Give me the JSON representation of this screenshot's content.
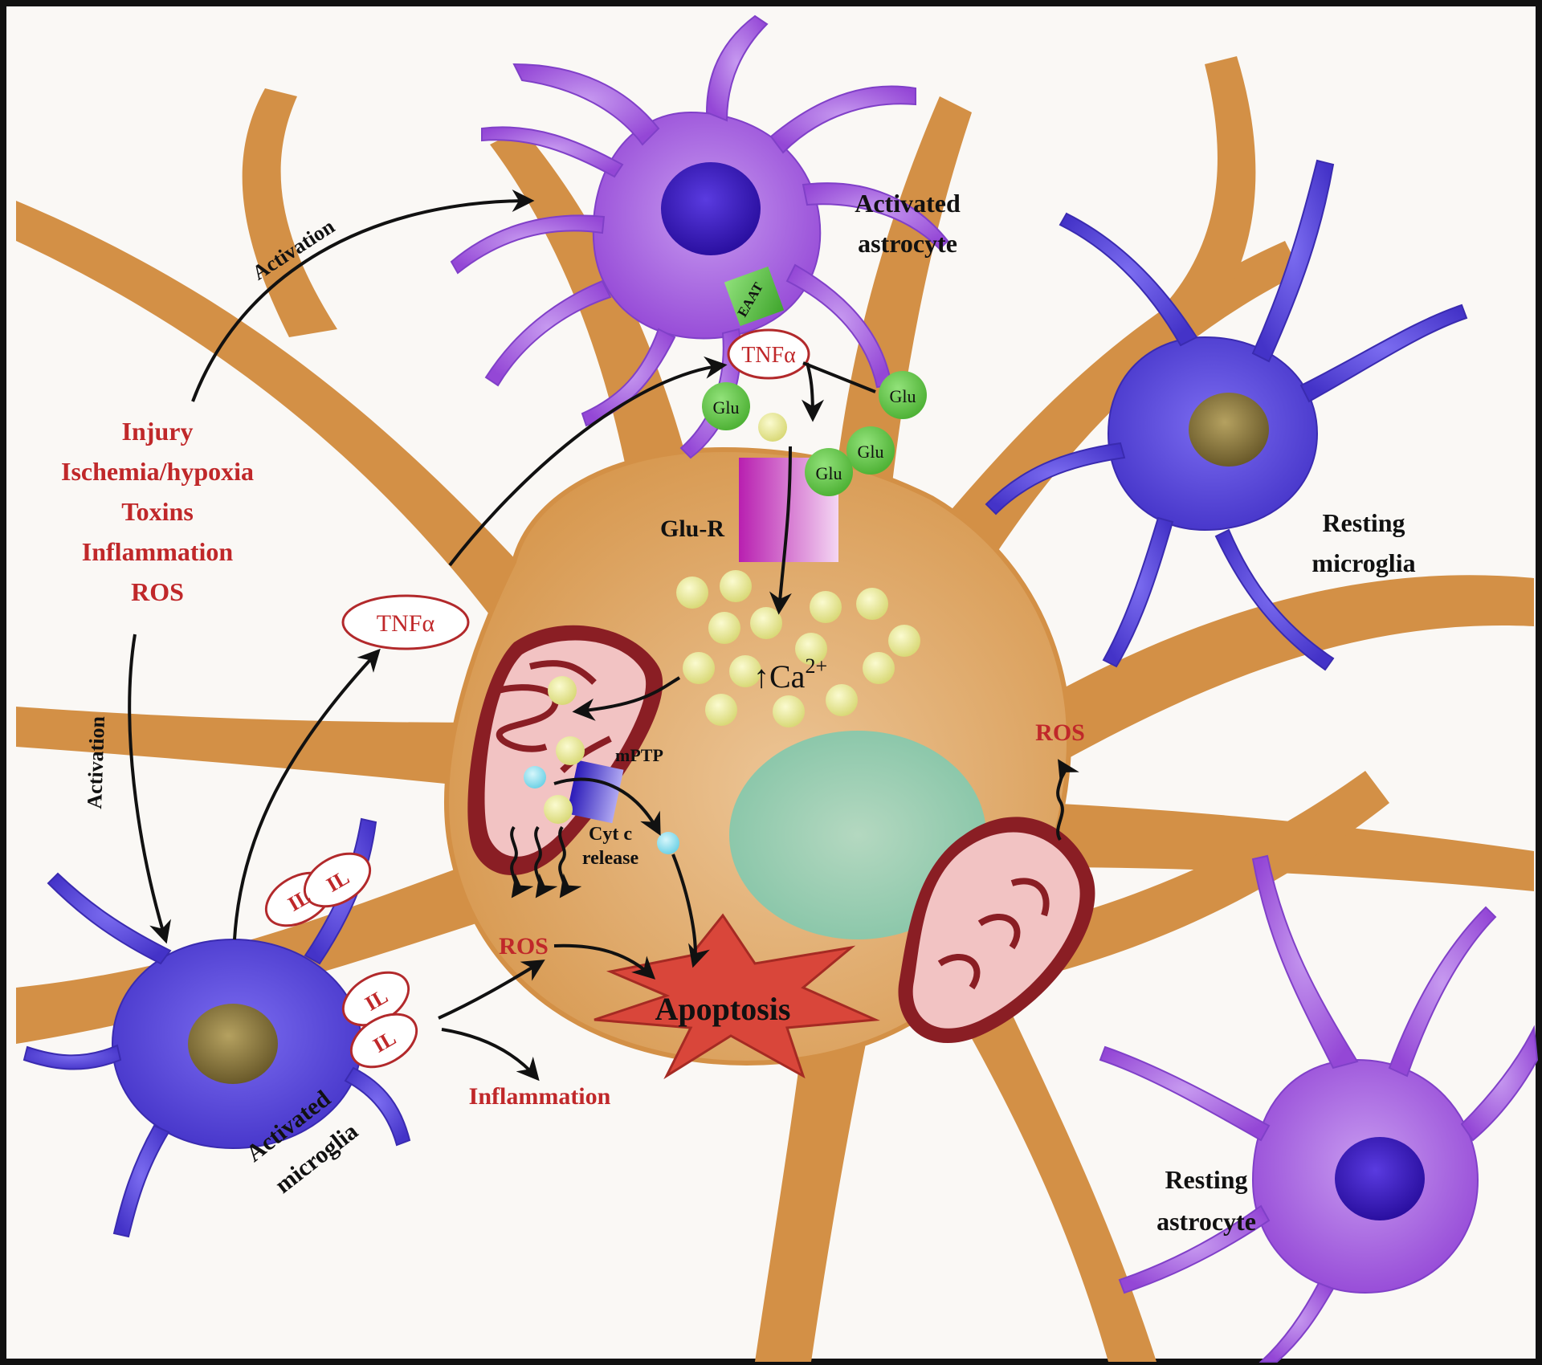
{
  "colors": {
    "background": "#faf8f5",
    "neuron_fill": "#d39046",
    "neuron_light": "#ebc191",
    "astrocyte": "#a35bde",
    "astrocyte_nucleus": "#3f1fc4",
    "microglia": "#5a49dc",
    "microglia_nucleus": "#86733d",
    "mitochondria_outer": "#8a1e24",
    "mitochondria_inner": "#f2c3c3",
    "nucleus": "#92cdb0",
    "ca_ion": "#eaea8e",
    "glutamate": "#66c94a",
    "receptor": "#c630c0",
    "apoptosis": "#d9463a",
    "label_red": "#c0282a",
    "label_dark": "#111111",
    "border": "#111111"
  },
  "labels": {
    "activated_astrocyte": [
      "Activated",
      "astrocyte"
    ],
    "resting_microglia": [
      "Resting",
      "microglia"
    ],
    "resting_astrocyte": [
      "Resting",
      "astrocyte"
    ],
    "activated_microglia": [
      "Activated",
      "microglia"
    ],
    "insults": [
      "Injury",
      "Ischemia/hypoxia",
      "Toxins",
      "Inflammation",
      "ROS"
    ],
    "activation_upper": "Activation",
    "activation_left": "Activation",
    "tnf_upper": "TNFα",
    "tnf_left": "TNFα",
    "eaat": "EAAT",
    "glu": "Glu",
    "glu_receptor": "Glu-R",
    "calcium_base": "↑Ca",
    "calcium_sup": "2+",
    "mptp": "mPTP",
    "cyt_c": [
      "Cyt c",
      "release"
    ],
    "ros_center": "ROS",
    "ros_right": "ROS",
    "apoptosis": "Apoptosis",
    "inflammation": "Inflammation",
    "il": "IL"
  }
}
